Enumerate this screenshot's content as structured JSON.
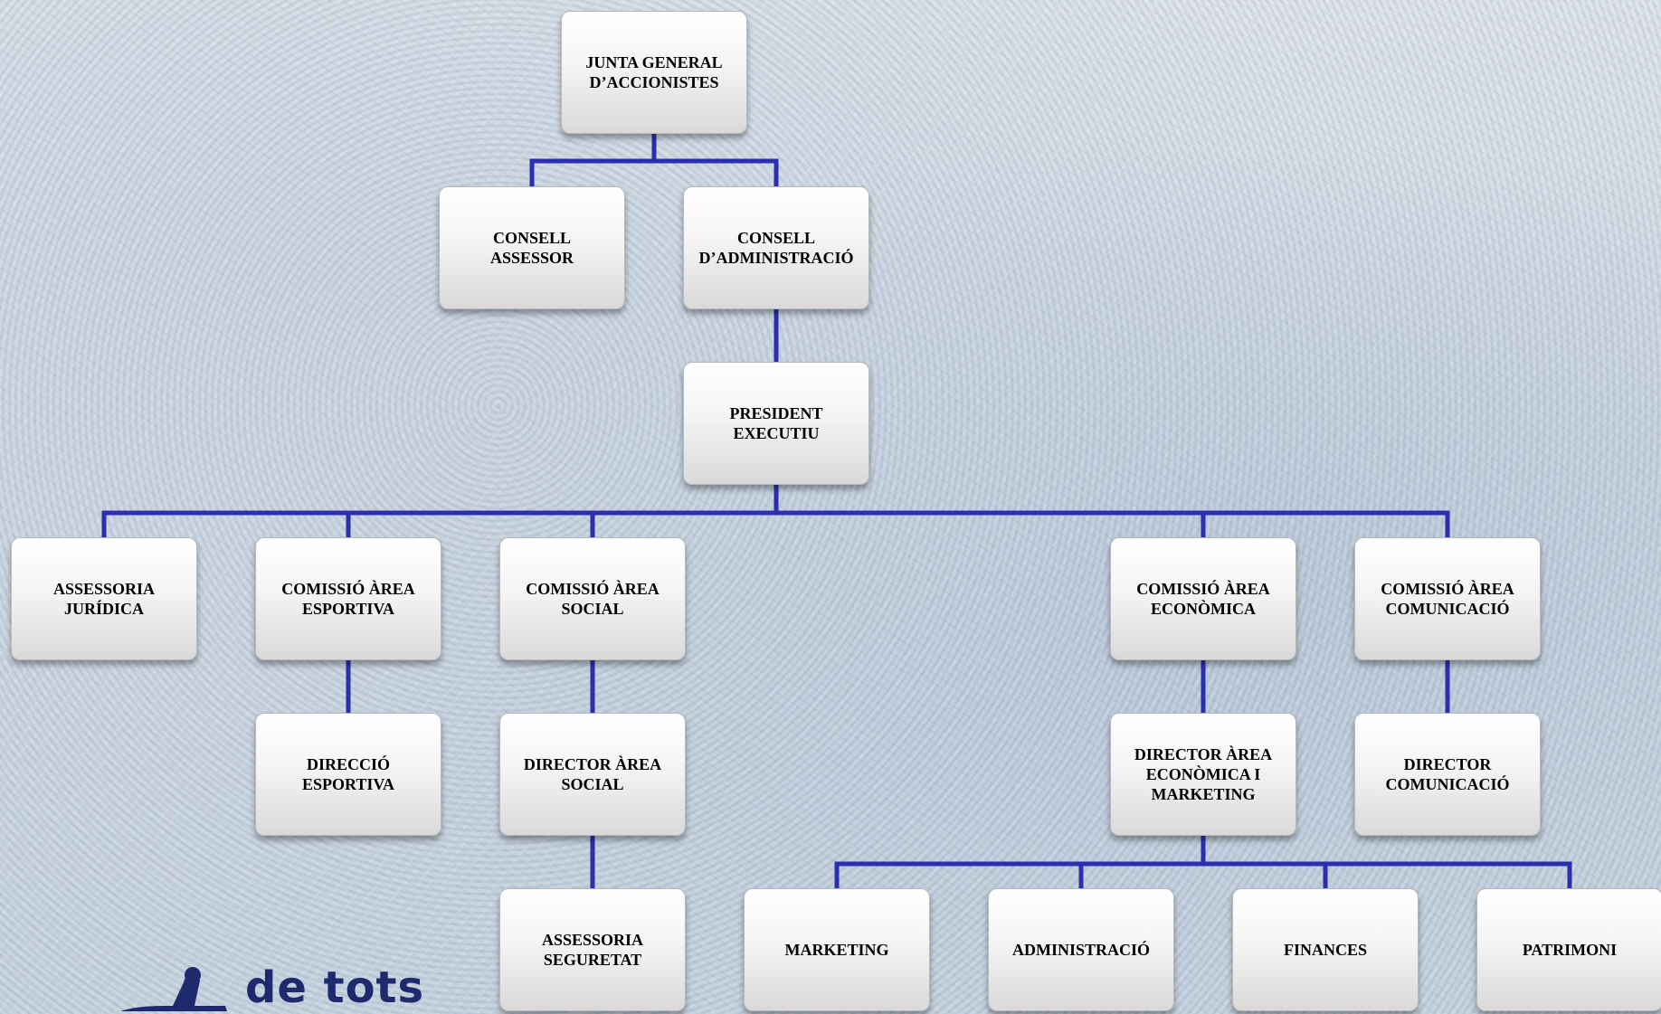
{
  "colors": {
    "connector": "#2b2fae",
    "box_text": "#000000",
    "logo": "#1f2a6e"
  },
  "nodes": {
    "junta": "JUNTA GENERAL\nD’ACCIONISTES",
    "consell_assessor": "CONSELL\nASSESSOR",
    "consell_admin": "CONSELL\nD’ADMINISTRACIÓ",
    "president": "PRESIDENT\nEXECUTIU",
    "assessoria_juridica": "ASSESSORIA\nJURÍDICA",
    "comissio_esportiva": "COMISSIÓ ÀREA\nESPORTIVA",
    "comissio_social": "COMISSIÓ ÀREA\nSOCIAL",
    "comissio_economica": "COMISSIÓ ÀREA\nECONÒMICA",
    "comissio_comunicacio": "COMISSIÓ ÀREA\nCOMUNICACIÓ",
    "direccio_esportiva": "DIRECCIÓ\nESPORTIVA",
    "director_social": "DIRECTOR ÀREA\nSOCIAL",
    "director_economica": "DIRECTOR ÀREA\nECONÒMICA I\nMARKETING",
    "director_comunicacio": "DIRECTOR\nCOMUNICACIÓ",
    "assessoria_seguretat": "ASSESSORIA\nSEGURETAT",
    "marketing": "MARKETING",
    "administracio": "ADMINISTRACIÓ",
    "finances": "FINANCES",
    "patrimoni": "PATRIMONI"
  },
  "logo": {
    "text": "de tots"
  }
}
